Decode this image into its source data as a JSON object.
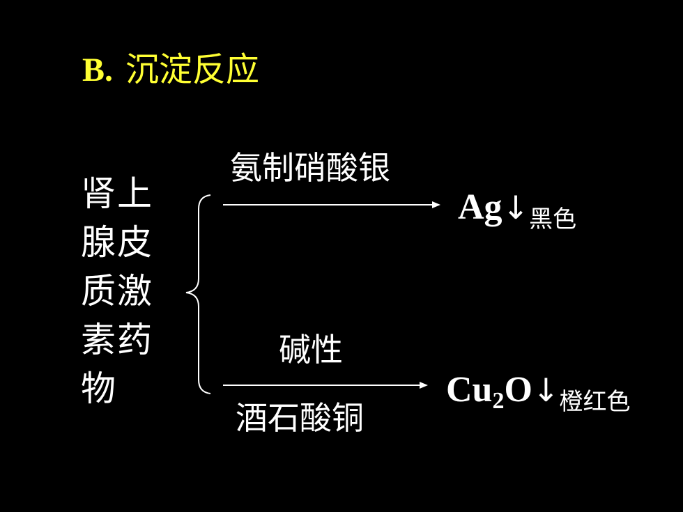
{
  "colors": {
    "background": "#000000",
    "title": "#FFFF33",
    "text": "#FFFFFF",
    "lines": "#FFFFFF"
  },
  "title": {
    "prefix": "B.",
    "text": "沉淀反应"
  },
  "subject": {
    "lines": [
      "肾上",
      "腺皮",
      "质激",
      "素药",
      "物"
    ]
  },
  "reactions": [
    {
      "reagent_above": "氨制硝酸银",
      "reagent_below": "",
      "product": {
        "main": "Ag",
        "subscript": "",
        "after_subscript": "",
        "arrow": "↓",
        "color": "黑色"
      }
    },
    {
      "reagent_above": "碱性",
      "reagent_below": "酒石酸铜",
      "product": {
        "main": "Cu",
        "subscript": "2",
        "after_subscript": "O",
        "arrow": "↓",
        "color": "橙红色"
      }
    }
  ]
}
